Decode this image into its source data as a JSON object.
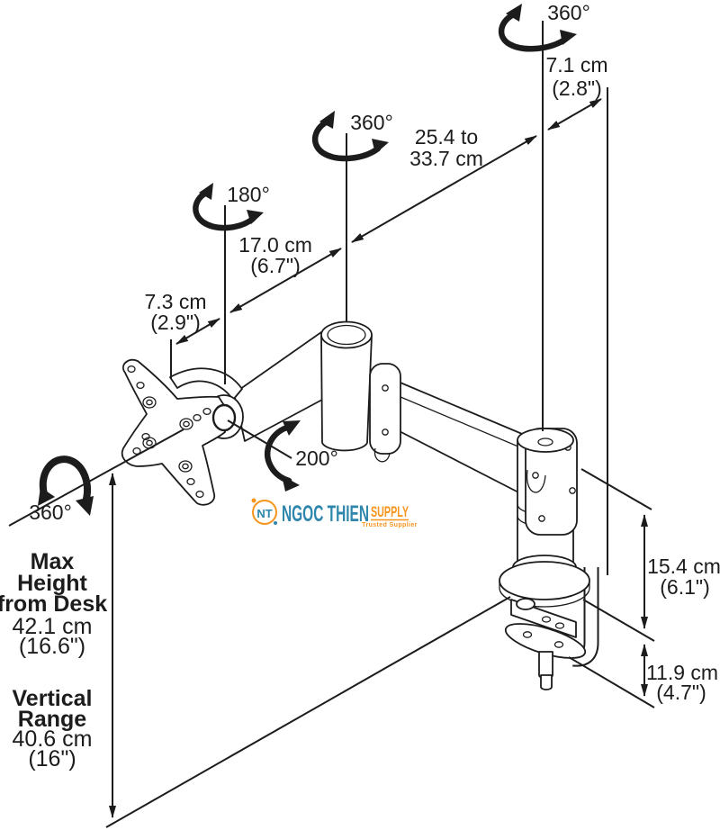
{
  "colors": {
    "ink": "#1c1c1c",
    "bg": "#ffffff",
    "logo_blue": "#2e86ad",
    "logo_orange": "#f7941d"
  },
  "annotations": {
    "rot_top": "360°",
    "rot_mid": "360°",
    "rot_head": "180°",
    "rot_base": "360°",
    "rot_elbow": "200°",
    "d71a": "7.1 cm",
    "d71b": "(2.8\")",
    "d254a": "25.4 to",
    "d254b": "33.7 cm",
    "d170a": "17.0 cm",
    "d170b": "(6.7\")",
    "d73a": "7.3 cm",
    "d73b": "(2.9\")",
    "d154a": "15.4 cm",
    "d154b": "(6.1\")",
    "d119a": "11.9 cm",
    "d119b": "(4.7\")",
    "max1": "Max",
    "max2": "Height",
    "max3": "from Desk",
    "max4": "42.1 cm",
    "max5": "(16.6\")",
    "vr1": "Vertical",
    "vr2": "Range",
    "vr3": "40.6 cm",
    "vr4": "(16\")"
  },
  "logo": {
    "monogram": "NT",
    "name": "NGOC THIEN",
    "suffix": "SUPPLY",
    "tagline": "Trusted Supplier"
  }
}
